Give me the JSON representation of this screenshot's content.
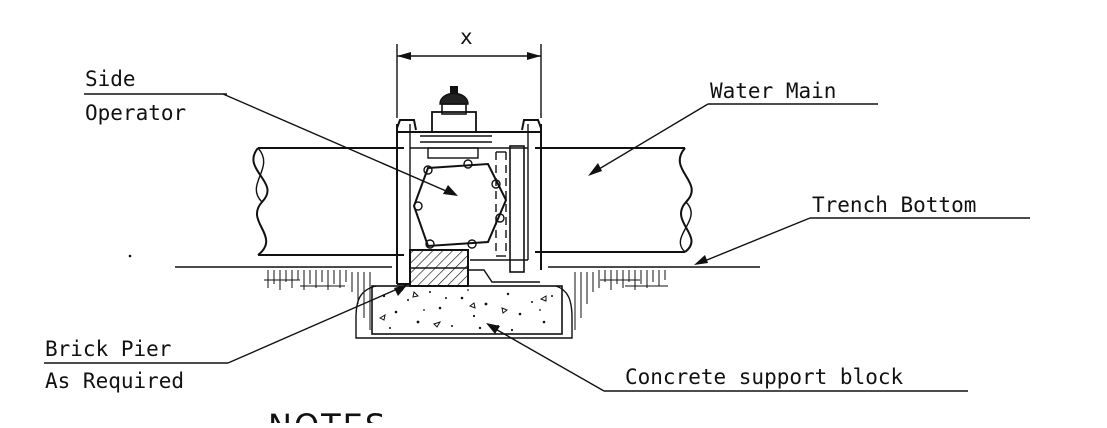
{
  "dimension": {
    "label": "x"
  },
  "labels": {
    "side_operator_line1": "Side",
    "side_operator_line2": "Operator",
    "water_main": "Water Main",
    "trench_bottom": "Trench Bottom",
    "brick_pier_line1": "Brick Pier",
    "brick_pier_line2": "As Required",
    "concrete_block": "Concrete support block",
    "notes_heading": "NOTES"
  },
  "colors": {
    "ink": "#111111",
    "paper": "#ffffff"
  }
}
